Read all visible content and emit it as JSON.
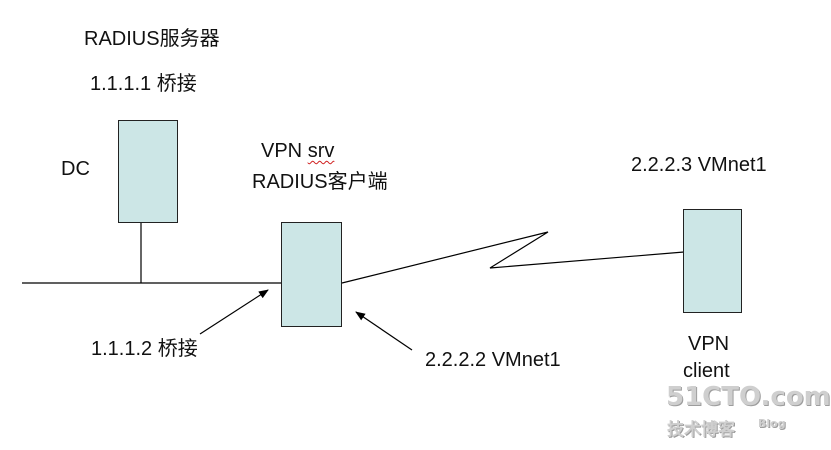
{
  "labels": {
    "radius_server": "RADIUS服务器",
    "dc_ip": "1.1.1.1 桥接",
    "dc": "DC",
    "vpn_srv_prefix": "VPN ",
    "vpn_srv_suffix": "srv",
    "radius_client": "RADIUS客户端",
    "vmnet1_client_ip": "2.2.2.3 VMnet1",
    "bridge_ip": "1.1.1.2 桥接",
    "vmnet1_srv_ip": "2.2.2.2 VMnet1",
    "vpn_client_line1": "VPN",
    "vpn_client_line2": "client"
  },
  "watermark": {
    "top": "51CTO.com",
    "bottom": "技术博客",
    "blog": "Blog"
  },
  "colors": {
    "node_fill": "#cce6e6",
    "node_stroke": "#222222",
    "line": "#000000"
  }
}
